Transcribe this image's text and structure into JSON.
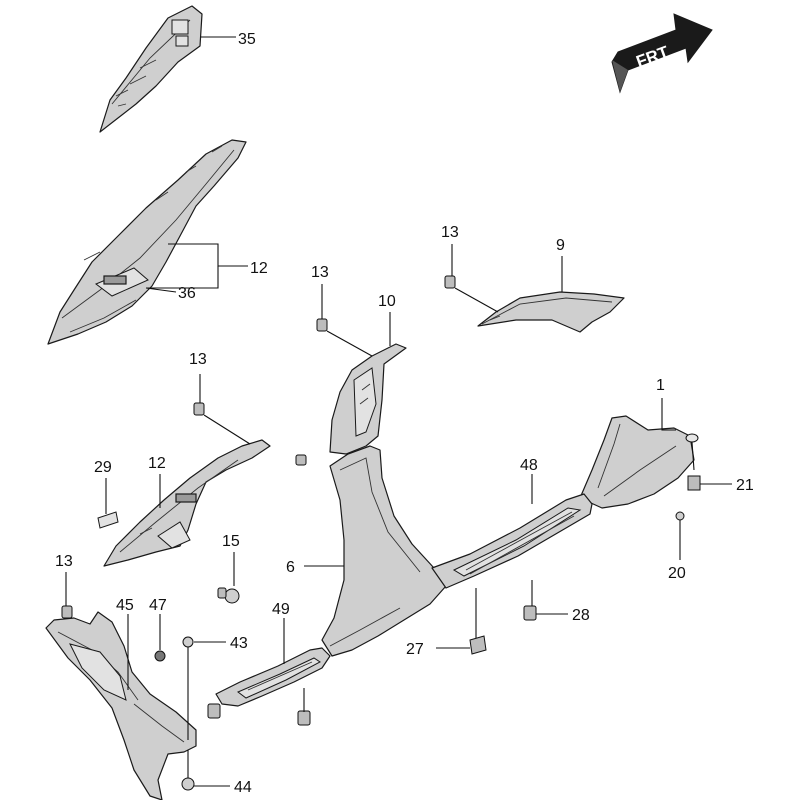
{
  "direction_badge": {
    "text": "FRT"
  },
  "callouts": [
    {
      "id": "c35",
      "text": "35"
    },
    {
      "id": "c12a",
      "text": "12"
    },
    {
      "id": "c36",
      "text": "36"
    },
    {
      "id": "c13a",
      "text": "13"
    },
    {
      "id": "c9",
      "text": "9"
    },
    {
      "id": "c13b",
      "text": "13"
    },
    {
      "id": "c10",
      "text": "10"
    },
    {
      "id": "c13c",
      "text": "13"
    },
    {
      "id": "c1",
      "text": "1"
    },
    {
      "id": "c29",
      "text": "29"
    },
    {
      "id": "c12b",
      "text": "12"
    },
    {
      "id": "c48",
      "text": "48"
    },
    {
      "id": "c21",
      "text": "21"
    },
    {
      "id": "c15",
      "text": "15"
    },
    {
      "id": "c6",
      "text": "6"
    },
    {
      "id": "c20",
      "text": "20"
    },
    {
      "id": "c13d",
      "text": "13"
    },
    {
      "id": "c45",
      "text": "45"
    },
    {
      "id": "c47",
      "text": "47"
    },
    {
      "id": "c49",
      "text": "49"
    },
    {
      "id": "c28",
      "text": "28"
    },
    {
      "id": "c43",
      "text": "43"
    },
    {
      "id": "c27",
      "text": "27"
    },
    {
      "id": "c44",
      "text": "44"
    }
  ]
}
